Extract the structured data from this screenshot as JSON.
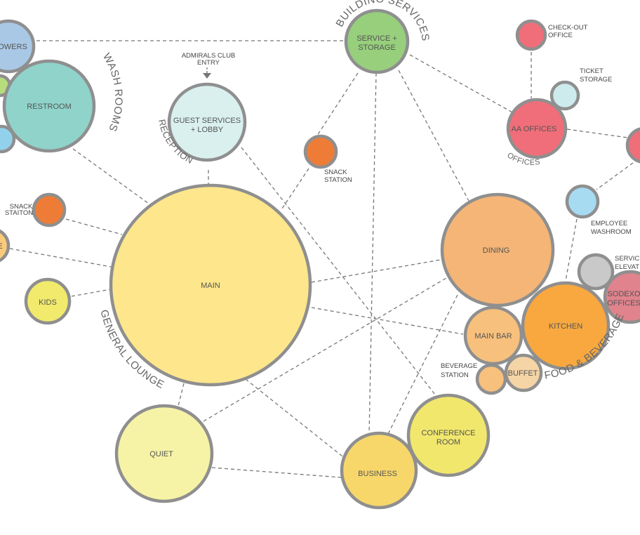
{
  "nodes": {
    "main": {
      "label": "MAIN",
      "color": "#fde68b"
    },
    "quiet": {
      "label": "QUIET",
      "color": "#f6f3a6"
    },
    "kids": {
      "label": "KIDS",
      "color": "#f1ea6c"
    },
    "lounge_partial": {
      "label": "E",
      "color": "#fbcb7a"
    },
    "snack_left": {
      "label": "",
      "color": "#ef7c36"
    },
    "guest_services": {
      "label_line1": "GUEST SERVICES",
      "label_line2": "+ LOBBY",
      "color": "#d9f0ee"
    },
    "snack_station": {
      "label": "",
      "color": "#ef7c36"
    },
    "service_storage": {
      "label_line1": "SERVICE +",
      "label_line2": "STORAGE",
      "color": "#97cf7c"
    },
    "showers": {
      "label": "OWERS",
      "color": "#a9c8e6"
    },
    "restroom": {
      "label": "RESTROOM",
      "color": "#8fd3ca"
    },
    "wash_small_green": {
      "label": "",
      "color": "#b7dc7c"
    },
    "wash_small_blue": {
      "label": "",
      "color": "#92d1ec"
    },
    "checkout": {
      "label": "",
      "color": "#ef6e79"
    },
    "ticket_storage": {
      "label": "",
      "color": "#cdebed"
    },
    "aa_offices": {
      "label": "AA OFFICES",
      "color": "#ef6e79"
    },
    "offices_partial": {
      "label": "",
      "color": "#ef6e79"
    },
    "employee_washroom": {
      "label": "",
      "color": "#a6dbf2"
    },
    "dining": {
      "label": "DINING",
      "color": "#f4b576"
    },
    "service_elevator": {
      "label": "",
      "color": "#c9c9c9"
    },
    "sodexo": {
      "label_line1": "SODEXO",
      "label_line2": "OFFICES",
      "color": "#e0838c"
    },
    "kitchen": {
      "label": "KITCHEN",
      "color": "#f8a83e"
    },
    "main_bar": {
      "label": "MAIN BAR",
      "color": "#f7c07c"
    },
    "buffet": {
      "label": "BUFFET",
      "color": "#f5d4a6"
    },
    "beverage": {
      "label": "",
      "color": "#f7c07c"
    },
    "conference": {
      "label_line1": "CONFERENCE",
      "label_line2": "ROOM",
      "color": "#f1e76c"
    },
    "business": {
      "label": "BUSINESS",
      "color": "#f7d76a"
    }
  },
  "annotations": {
    "admirals_line1": "ADMIRALS CLUB",
    "admirals_line2": "ENTRY",
    "snack_left_line1": "SNACK",
    "snack_left_line2": "STAITON",
    "snack_station_line1": "SNACK",
    "snack_station_line2": "STATION",
    "checkout_line1": "CHECK-OUT",
    "checkout_line2": "OFFICE",
    "ticket_line1": "TICKET",
    "ticket_line2": "STORAGE",
    "employee_line1": "EMPLOYEE",
    "employee_line2": "WASHROOM",
    "service_elev_line1": "SERVIC",
    "service_elev_line2": "ELEVAT",
    "beverage_line1": "BEVERAGE",
    "beverage_line2": "STATION"
  },
  "groups": {
    "building_services": "BUILDING SERVICES",
    "wash_rooms": "WASH ROOMS",
    "reception": "RECEPTION",
    "general_lounge": "GENERAL LOUNGE",
    "offices": "OFFICES",
    "food_beverage": "FOOD & BEVERAGE"
  },
  "colors": {
    "outline": "#8f8f8f",
    "link": "#777777",
    "text": "#555555"
  }
}
